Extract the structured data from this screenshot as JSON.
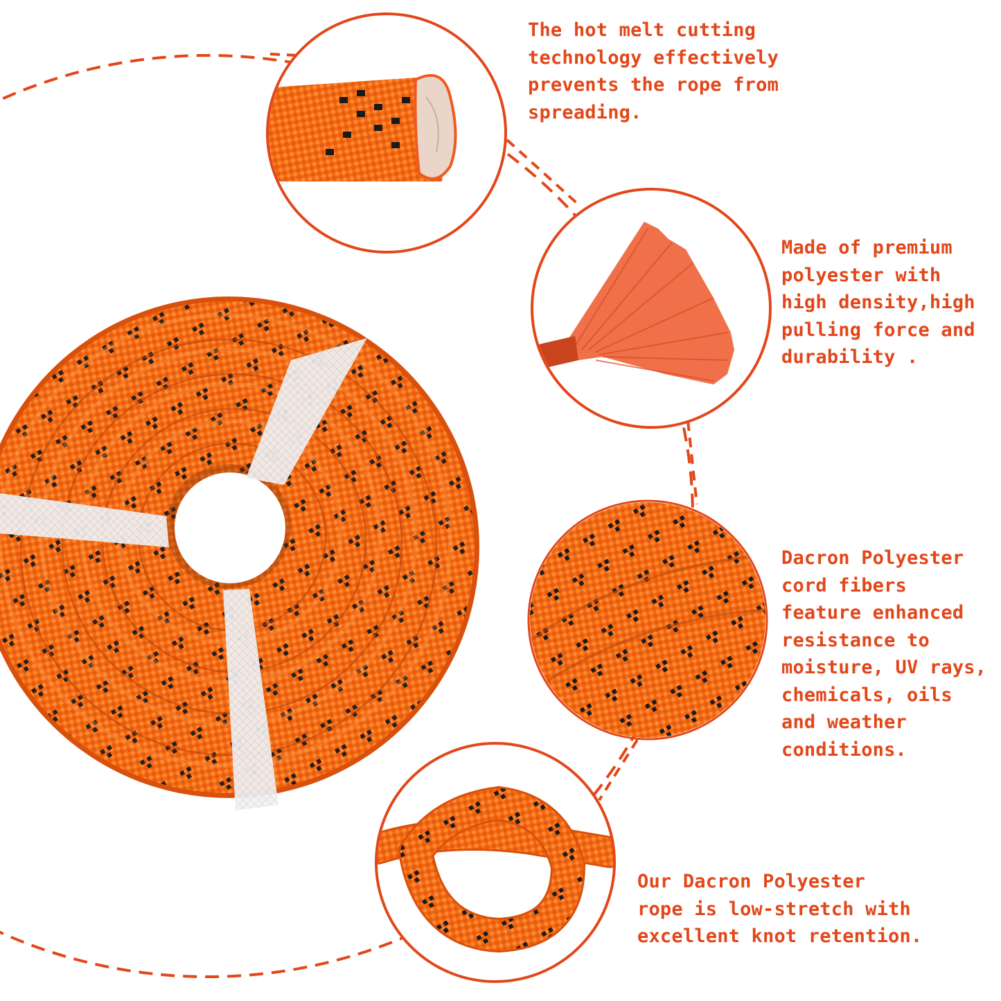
{
  "theme": {
    "accent": "#e2471a",
    "rope_orange": "#f26a14",
    "rope_dark": "#d9500c",
    "rope_fleck": "#1a1a1a",
    "strap": "#eeeef0",
    "background": "#ffffff"
  },
  "hero": {
    "subject": "coiled orange rope with black flecks, bound by clear mesh straps"
  },
  "features": [
    {
      "id": "hot-melt",
      "image": "rope end sealed by hot melt cutting",
      "lines": [
        "The hot melt cutting",
        "technology effectively",
        "prevents the rope from",
        "spreading."
      ]
    },
    {
      "id": "polyester",
      "image": "frayed polyester fiber tassel",
      "lines": [
        "Made of premium",
        "polyester with",
        "high density,high",
        "pulling force and",
        "durability ."
      ]
    },
    {
      "id": "resistance",
      "image": "close-up of braided rope texture",
      "lines": [
        "Dacron Polyester",
        "cord fibers",
        "feature enhanced",
        "resistance to",
        "moisture, UV rays,",
        "chemicals, oils",
        "and weather",
        "conditions."
      ]
    },
    {
      "id": "knot",
      "image": "rope tied in an overhand knot",
      "lines": [
        "Our Dacron Polyester",
        "rope is low-stretch with",
        "excellent knot retention."
      ]
    }
  ]
}
